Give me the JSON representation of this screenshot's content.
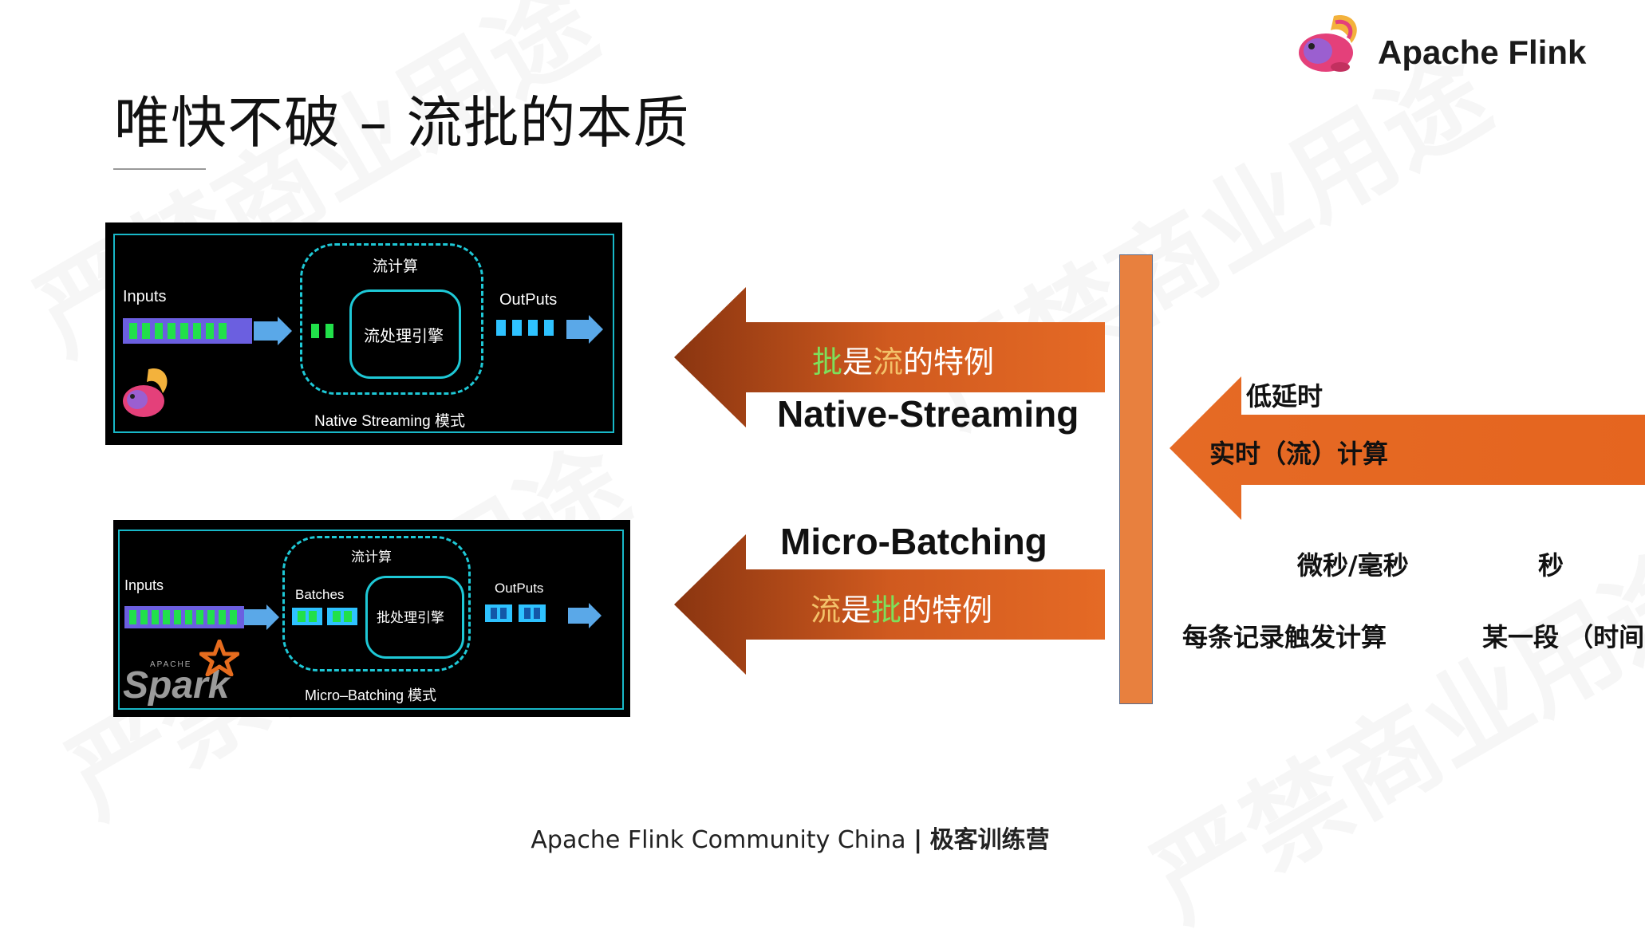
{
  "slide": {
    "title": "唯快不破 – 流批的本质",
    "logo_text": "Apache Flink",
    "watermark": "严禁商业用途",
    "footer_main": "Apache Flink Community China",
    "footer_sep": "|",
    "footer_bold": "极客训练营"
  },
  "native_diagram": {
    "inputs": "Inputs",
    "compute": "流计算",
    "engine": "流处理引擎",
    "outputs": "OutPuts",
    "mode": "Native Streaming 模式"
  },
  "micro_diagram": {
    "inputs": "Inputs",
    "compute": "流计算",
    "batches": "Batches",
    "engine": "批处理引擎",
    "outputs": "OutPuts",
    "mode": "Micro–Batching 模式",
    "spark_small": "APACHE",
    "spark": "Spark"
  },
  "arrow_top": {
    "a": "批",
    "b": "是",
    "c": "流",
    "d": "的特例"
  },
  "arrow_bottom": {
    "a": "流",
    "b": "是",
    "c": "批",
    "d": "的特例"
  },
  "labels": {
    "native": "Native-Streaming",
    "micro": "Micro-Batching"
  },
  "right": {
    "latency": "低延时",
    "realtime": "实时（流）计算",
    "us_ms": "微秒/毫秒",
    "sec": "秒",
    "per_record": "每条记录触发计算",
    "segment": "某一段 （时间"
  },
  "colors": {
    "arrow_orange": "#e56a25",
    "arrow_dark": "#8a3510",
    "bar": "#e8803e",
    "accent_green": "#7ee05a",
    "diagram_cyan": "#1ec8d6"
  }
}
